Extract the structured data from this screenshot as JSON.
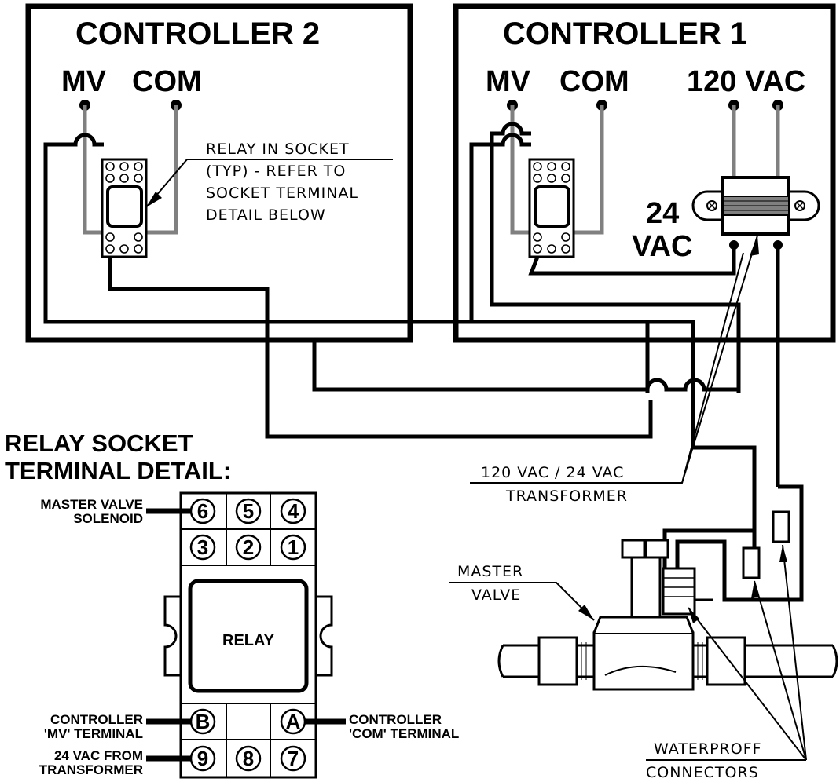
{
  "controller2": {
    "title": "CONTROLLER 2",
    "mv": "MV",
    "com": "COM"
  },
  "controller1": {
    "title": "CONTROLLER 1",
    "mv": "MV",
    "com": "COM",
    "supply": "120 VAC",
    "out_line1": "24",
    "out_line2": "VAC"
  },
  "callouts": {
    "relay_line1": "RELAY IN SOCKET",
    "relay_line2": "(TYP) - REFER TO",
    "relay_line3": "SOCKET TERMINAL",
    "relay_line4": "DETAIL BELOW",
    "transformer_line1": "120 VAC / 24 VAC",
    "transformer_line2": "TRANSFORMER",
    "master_valve_line1": "MASTER",
    "master_valve_line2": "VALVE",
    "connectors_line1": "WATERPROFF",
    "connectors_line2": "CONNECTORS"
  },
  "socket_detail": {
    "title_line1": "RELAY SOCKET",
    "title_line2": "TERMINAL DETAIL:",
    "relay_label": "RELAY",
    "terminals_top": [
      "6",
      "5",
      "4",
      "3",
      "2",
      "1"
    ],
    "terminal_b": "B",
    "terminal_a": "A",
    "terminals_bottom": [
      "9",
      "8",
      "7"
    ],
    "label_master_valve_1": "MASTER VALVE",
    "label_master_valve_2": "SOLENOID",
    "label_mv_1": "CONTROLLER",
    "label_mv_2": "'MV' TERMINAL",
    "label_com_1": "CONTROLLER",
    "label_com_2": "'COM' TERMINAL",
    "label_24vac_1": "24 VAC FROM",
    "label_24vac_2": "TRANSFORMER"
  }
}
